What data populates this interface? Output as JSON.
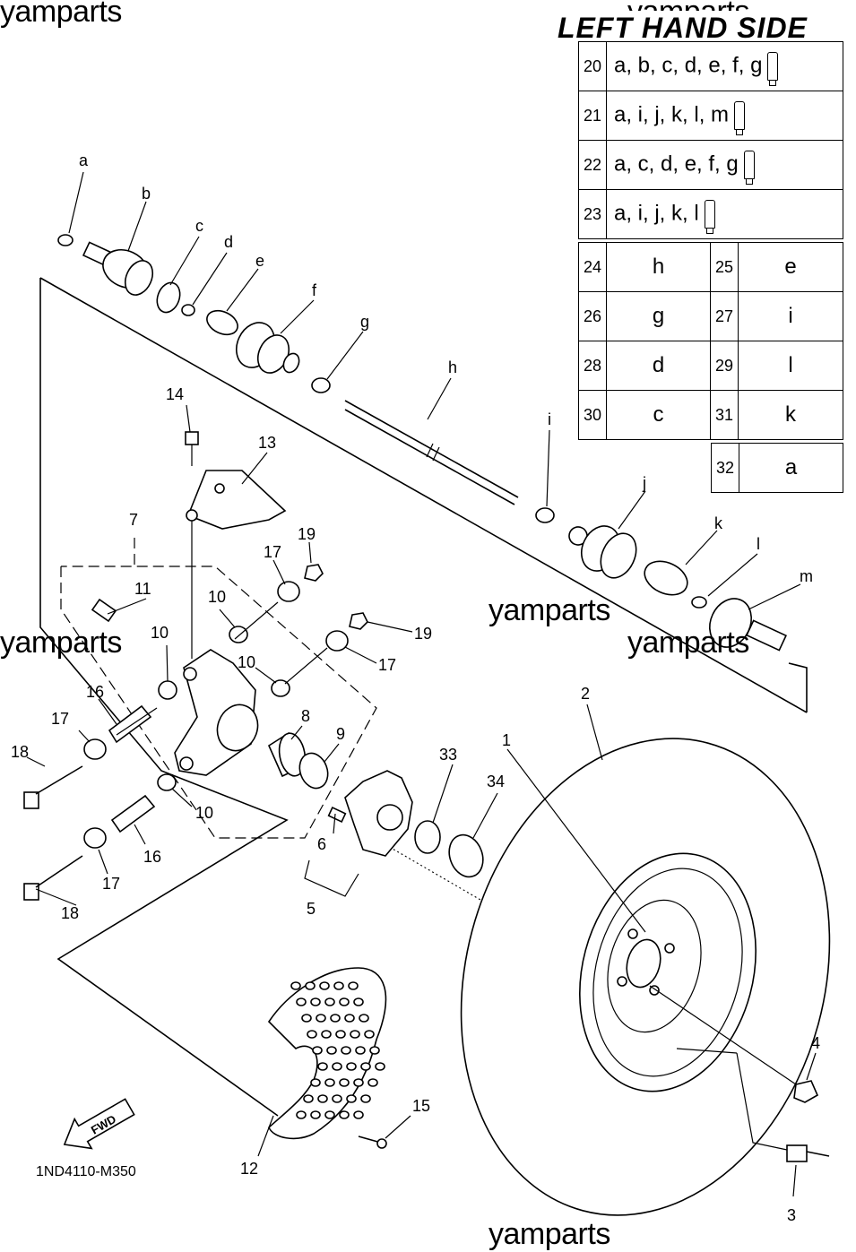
{
  "watermark": "yamparts",
  "title": "LEFT HAND SIDE",
  "legend_kits": [
    {
      "num": "20",
      "parts": "a, b, c, d, e, f, g"
    },
    {
      "num": "21",
      "parts": "a, i, j, k, l, m"
    },
    {
      "num": "22",
      "parts": "a, c, d, e, f, g"
    },
    {
      "num": "23",
      "parts": "a, i, j, k, l"
    }
  ],
  "legend_pairs": [
    {
      "n1": "24",
      "v1": "h",
      "n2": "25",
      "v2": "e"
    },
    {
      "n1": "26",
      "v1": "g",
      "n2": "27",
      "v2": "i"
    },
    {
      "n1": "28",
      "v1": "d",
      "n2": "29",
      "v2": "l"
    },
    {
      "n1": "30",
      "v1": "c",
      "n2": "31",
      "v2": "k"
    }
  ],
  "legend_last": {
    "n": "32",
    "v": "a"
  },
  "callouts": {
    "a": "a",
    "b": "b",
    "c": "c",
    "d": "d",
    "e": "e",
    "f": "f",
    "g": "g",
    "h": "h",
    "i": "i",
    "j": "j",
    "k": "k",
    "l": "l",
    "m": "m",
    "n1": "1",
    "n2": "2",
    "n3": "3",
    "n4": "4",
    "n5": "5",
    "n6": "6",
    "n7": "7",
    "n8": "8",
    "n9": "9",
    "n10": "10",
    "n11": "11",
    "n12": "12",
    "n13": "13",
    "n14": "14",
    "n15": "15",
    "n16": "16",
    "n17": "17",
    "n18": "18",
    "n19": "19",
    "n33": "33",
    "n34": "34"
  },
  "fwd_label": "FWD",
  "diagram_code": "1ND4110-M350"
}
